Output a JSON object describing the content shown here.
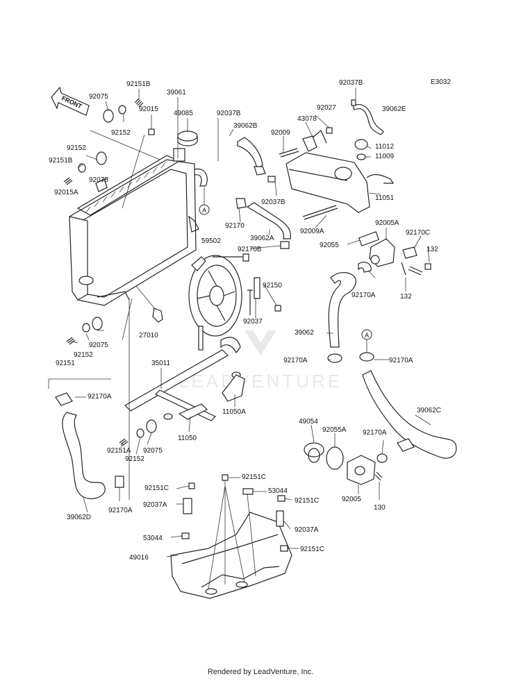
{
  "diagram_code": "E3032",
  "front_label": "FRONT",
  "watermark_text": "LEADVENTURE",
  "footer_text": "Rendered by LeadVenture, Inc.",
  "callout_letter": "A",
  "labels": {
    "p92151B_a": "92151B",
    "p92075_a": "92075",
    "p39061": "39061",
    "p92015_a": "92015",
    "p49085": "49085",
    "p92152_a": "92152",
    "p92037B_a": "92037B",
    "p39062B": "39062B",
    "p92037B_b": "92037B",
    "p92027": "92027",
    "p43078": "43078",
    "p92009": "92009",
    "p39062E": "39062E",
    "p11012": "11012",
    "p11009": "11009",
    "p92152_b": "92152",
    "p92151B_b": "92151B",
    "p92075_b": "92075",
    "p92015A": "92015A",
    "p92037B_c": "92037B",
    "p11051": "11051",
    "p92170_a": "92170",
    "p92009A": "92009A",
    "p39062A": "39062A",
    "p92005A": "92005A",
    "p59502": "59502",
    "p92170B": "92170B",
    "p92170C": "92170C",
    "p92055": "92055",
    "p132_a": "132",
    "p92150": "92150",
    "p92170A_a": "92170A",
    "p132_b": "132",
    "p27010": "27010",
    "p92037": "92037",
    "p39062": "39062",
    "p92075_c": "92075",
    "p92152_c": "92152",
    "p92151_a": "92151",
    "p92170A_b": "92170A",
    "p92170A_c": "92170A",
    "p35011": "35011",
    "p92170A_d": "92170A",
    "p11050A": "11050A",
    "p39062C": "39062C",
    "p11050": "11050",
    "p49054": "49054",
    "p92055A": "92055A",
    "p92170A_e": "92170A",
    "p92075_d": "92075",
    "p92151A": "92151A",
    "p92152_d": "92152",
    "p92151C_a": "92151C",
    "p92151C_b": "92151C",
    "p53044_a": "53044",
    "p92005": "92005",
    "p92037A_a": "92037A",
    "p92151C_c": "92151C",
    "p130": "130",
    "p92170A_f": "92170A",
    "p39062D": "39062D",
    "p92037A_b": "92037A",
    "p53044_b": "53044",
    "p49016": "49016",
    "p92151C_d": "92151C"
  }
}
